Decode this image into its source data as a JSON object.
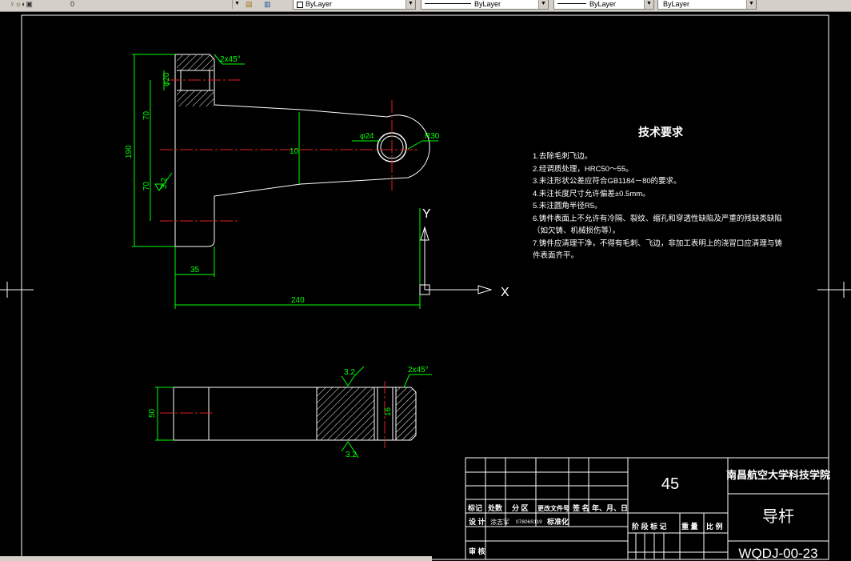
{
  "toolbar": {
    "layer_value": "0",
    "color_value": "ByLayer",
    "linetype_value": "ByLayer",
    "lineweight_value": "ByLayer",
    "plotstyle_value": "ByLayer"
  },
  "drawing": {
    "chamfer_top": "2x45°",
    "hole_dia": "φ20",
    "dim_70_upper": "70",
    "dim_190": "190",
    "dim_70_lower": "70",
    "surface_roughness": "3.2",
    "dim_10": "10",
    "phi24": "φ24",
    "r30": "R30",
    "dim_35": "35",
    "dim_240": "240",
    "axis_y": "Y",
    "axis_x": "X",
    "rough_top": "3.2",
    "chamfer_side": "2x45°",
    "dim_50": "50",
    "dim_16": "16",
    "rough_bottom": "3.2"
  },
  "tech_requirements": {
    "title": "技术要求",
    "items": [
      "1.去除毛刺飞边。",
      "2.经调质处理，HRC50～55。",
      "3.未注形状公差应符合GB1184－80的要求。",
      "4.未注长度尺寸允许偏差±0.5mm。",
      "5.未注圆角半径R5。",
      "6.铸件表面上不允许有冷隔、裂纹、缩孔和穿透性缺陷及严重的残缺类缺陷",
      "（如欠铸、机械损伤等）。",
      "7.铸件应清理干净，不得有毛刺、飞边，非加工表明上的浇冒口应清理与铸",
      "件表面齐平。"
    ]
  },
  "title_block": {
    "material": "45",
    "school": "南昌航空大学科技学院",
    "part_name": "导杆",
    "drawing_no": "WQDJ-00-23",
    "header_mark": "标记",
    "header_count": "处数",
    "header_zone": "分 区",
    "header_doc": "更改文件号",
    "header_sign": "签 名",
    "header_date": "年、月、日",
    "row_design": "设 计",
    "designer": "涂志军",
    "student_no": "07806S119",
    "standardize": "标准化",
    "stage_mark": "阶 段 标 记",
    "weight": "重 量",
    "scale": "比 例",
    "row_review": "审 核"
  }
}
